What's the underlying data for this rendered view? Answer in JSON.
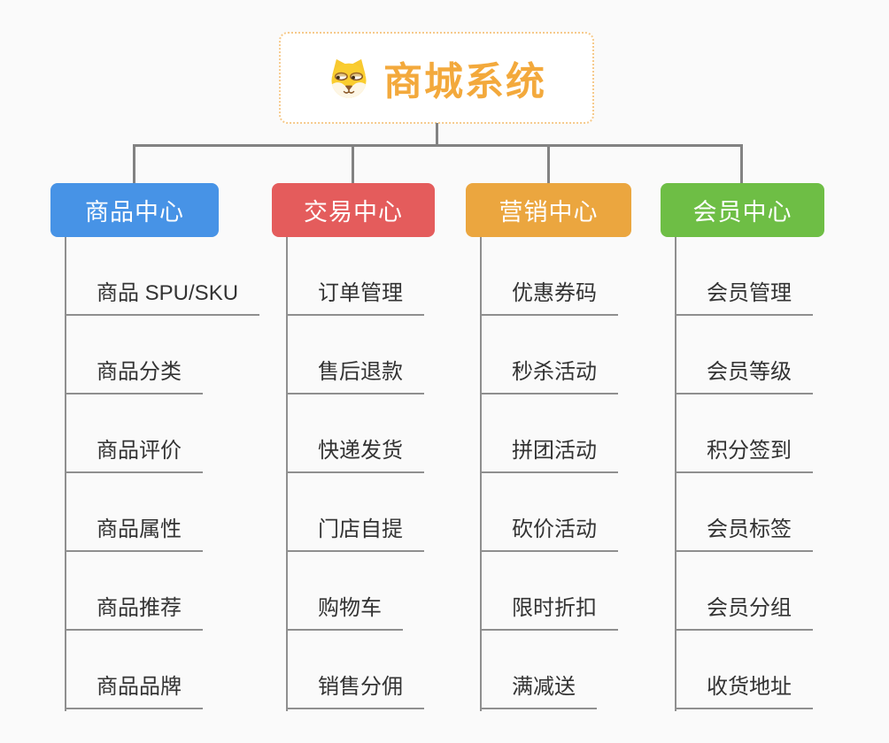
{
  "page": {
    "background_color": "#fafafa",
    "connector_color": "#828282",
    "child_line_color": "#8f8f8f",
    "child_text_color": "#333333"
  },
  "root": {
    "title": "商城系统",
    "icon": "dog-face-icon",
    "text_color": "#f3a93c",
    "border_color": "#f6ca8c",
    "background": "#ffffff"
  },
  "branches": [
    {
      "label": "商品中心",
      "color": "#4793e6",
      "children": [
        "商品 SPU/SKU",
        "商品分类",
        "商品评价",
        "商品属性",
        "商品推荐",
        "商品品牌"
      ]
    },
    {
      "label": "交易中心",
      "color": "#e45c5c",
      "children": [
        "订单管理",
        "售后退款",
        "快递发货",
        "门店自提",
        "购物车",
        "销售分佣"
      ]
    },
    {
      "label": "营销中心",
      "color": "#eba63f",
      "children": [
        "优惠券码",
        "秒杀活动",
        "拼团活动",
        "砍价活动",
        "限时折扣",
        "满减送"
      ]
    },
    {
      "label": "会员中心",
      "color": "#6ebe45",
      "children": [
        "会员管理",
        "会员等级",
        "积分签到",
        "会员标签",
        "会员分组",
        "收货地址"
      ]
    }
  ]
}
